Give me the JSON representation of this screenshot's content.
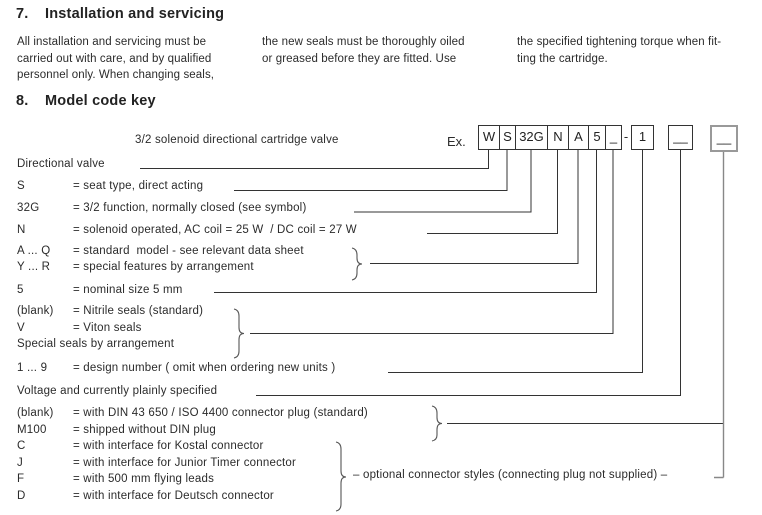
{
  "colors": {
    "text": "#2b2b2b",
    "line": "#333333",
    "box_border": "#333333",
    "blank_box_border": "#999999"
  },
  "section7": {
    "number": "7.",
    "title": "Installation and servicing",
    "col1": [
      "All installation and servicing  must be",
      "carried out with care, and by qualified",
      "personnel only. When changing seals,"
    ],
    "col2": [
      "the new seals must be thoroughly oiled",
      "or greased before they are fitted. Use"
    ],
    "col3": [
      "the specified tightening torque when fit-",
      "ting the cartridge."
    ]
  },
  "section8": {
    "number": "8.",
    "title": "Model code key"
  },
  "key": {
    "subtitle": "3/2 solenoid directional cartridge valve",
    "example_label": "Ex.",
    "boxes": {
      "b1": "W",
      "b2": "S",
      "b3": "32G",
      "b4": "N",
      "b5": "A",
      "b6": "5",
      "b7": "_",
      "dash": "-",
      "b8": "1",
      "b9": "__",
      "b10": "__"
    },
    "rows": {
      "directional": {
        "label": "Directional valve"
      },
      "s": {
        "code": "S",
        "text": "= seat type, direct acting"
      },
      "g32": {
        "code": "32G",
        "text": "= 3/2 function, normally closed (see symbol)"
      },
      "n": {
        "code": "N",
        "text": "= solenoid operated, AC coil = 25 W  / DC coil = 27 W"
      },
      "aq": {
        "code": "A ... Q",
        "text": "= standard  model - see relevant data sheet"
      },
      "yr": {
        "code": "Y ... R",
        "text": "= special features by arrangement"
      },
      "size5": {
        "code": "5",
        "text": "= nominal size 5 mm"
      },
      "nitrile": {
        "code": "(blank)",
        "text": "= Nitrile seals (standard)"
      },
      "viton": {
        "code": "V",
        "text": "= Viton seals"
      },
      "special": {
        "label": "Special seals by arrangement"
      },
      "design": {
        "code": "1 ... 9",
        "text": "= design number ( omit when ordering new units )"
      },
      "voltage": {
        "label": "Voltage and currently plainly specified"
      },
      "din": {
        "code": "(blank)",
        "text": "= with DIN 43 650 / ISO 4400 connector plug (standard)"
      },
      "m100": {
        "code": "M100",
        "text": "= shipped without DIN plug"
      },
      "kostal": {
        "code": "C",
        "text": "= with interface for Kostal connector"
      },
      "junior": {
        "code": "J",
        "text": "= with interface for Junior Timer connector"
      },
      "flying": {
        "code": "F",
        "text": "= with 500 mm flying leads"
      },
      "deutsch": {
        "code": "D",
        "text": "= with interface for Deutsch connector"
      }
    },
    "optional_note": "– optional connector styles (connecting plug not supplied) –"
  }
}
